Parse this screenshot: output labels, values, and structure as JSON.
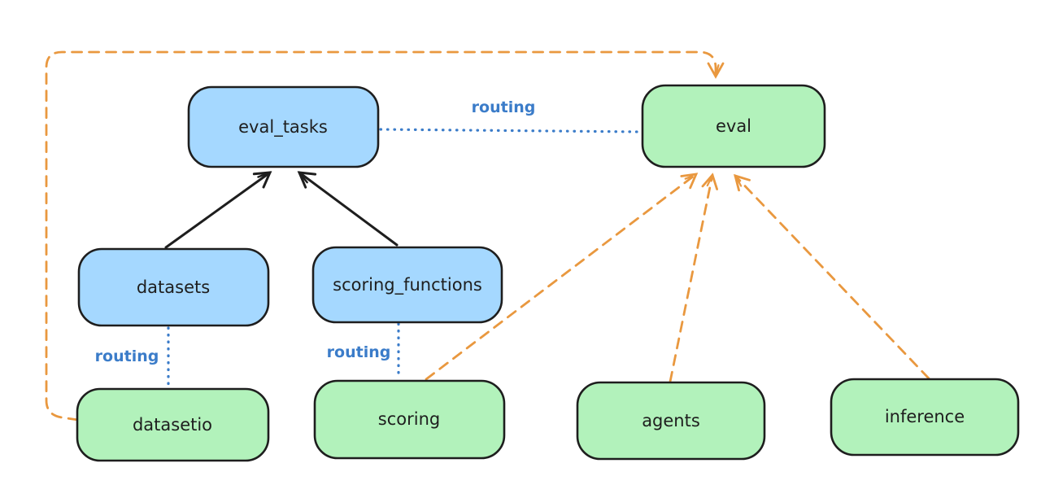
{
  "diagram": {
    "nodes": {
      "eval_tasks": {
        "label": "eval_tasks",
        "kind": "resource"
      },
      "eval": {
        "label": "eval",
        "kind": "api"
      },
      "datasets": {
        "label": "datasets",
        "kind": "resource"
      },
      "scoring_functions": {
        "label": "scoring_functions",
        "kind": "resource"
      },
      "datasetio": {
        "label": "datasetio",
        "kind": "api"
      },
      "scoring": {
        "label": "scoring",
        "kind": "api"
      },
      "agents": {
        "label": "agents",
        "kind": "api"
      },
      "inference": {
        "label": "inference",
        "kind": "api"
      }
    },
    "edge_labels": {
      "eval_tasks_to_eval": "routing",
      "datasets_to_datasetio": "routing",
      "scoring_functions_to_scoring": "routing"
    },
    "edges": {
      "datasets_to_eval_tasks": {
        "type": "solid-arrow"
      },
      "scoring_functions_to_eval_tasks": {
        "type": "solid-arrow"
      },
      "datasetio_to_eval_loop": {
        "type": "dashed-arrow"
      },
      "scoring_to_eval": {
        "type": "dashed-arrow"
      },
      "agents_to_eval": {
        "type": "dashed-arrow"
      },
      "inference_to_eval": {
        "type": "dashed-arrow"
      }
    },
    "colors": {
      "resource_node_fill": "#a5d8ff",
      "api_node_fill": "#b2f2bb",
      "node_stroke": "#1e1e1e",
      "routing_edge": "#3b7cc9",
      "dependency_edge": "#e9983f",
      "hierarchy_edge": "#1e1e1e",
      "background": "#ffffff"
    }
  }
}
